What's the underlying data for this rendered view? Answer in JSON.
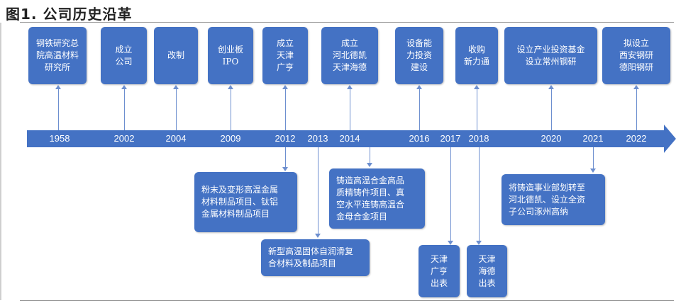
{
  "title": "图1. 公司历史沿革",
  "top_events": [
    {
      "text": "钢铁研究总\n院高温材料\n研究所"
    },
    {
      "text": "成立\n公司"
    },
    {
      "text": "改制"
    },
    {
      "text": "创业板\nIPO"
    },
    {
      "text": "成立\n天津\n广亨"
    },
    {
      "text": "成立\n河北德凯\n天津海德"
    },
    {
      "text": "设备能\n力投资\n建设"
    },
    {
      "text": "收购\n新力通"
    },
    {
      "text": "设立产业投资基金\n设立常州钢研"
    },
    {
      "text": "拟设立\n西安钢研\n德阳钢研"
    }
  ],
  "years": [
    "1958",
    "2002",
    "2004",
    "2009",
    "2012",
    "2013",
    "2014",
    "2016",
    "2017",
    "2018",
    "2020",
    "2021",
    "2022"
  ],
  "bottom_events": [
    {
      "text": "粉末及变形高温金属\n材料制品项目、钛铝\n金属材料制品项目"
    },
    {
      "text": "新型高温固体自润滑复\n合材料及制品项目"
    },
    {
      "text": "铸造高温合金高品\n质精铸件项目、真\n空水平连铸高温合\n金母合金项目"
    },
    {
      "text": "天津\n广亨\n出表"
    },
    {
      "text": "天津\n海德\n出表"
    },
    {
      "text": "将铸造事业部划转至\n河北德凯、设立全资\n子公司涿州高纳"
    }
  ],
  "colors": {
    "box": "#4472c4",
    "line": "#6d8fcf",
    "text": "#ffffff"
  }
}
